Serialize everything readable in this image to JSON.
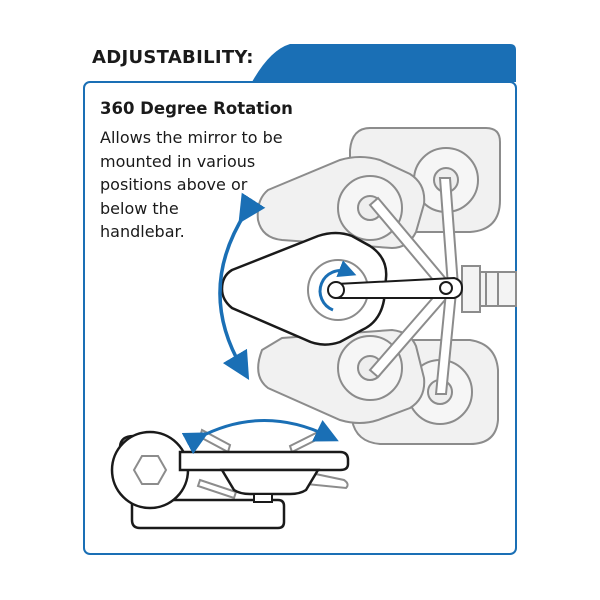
{
  "header": {
    "label": "ADJUSTABILITY:"
  },
  "card": {
    "title": "360 Degree Rotation",
    "description_lines": [
      "Allows the mirror to be",
      "mounted in various",
      "positions above or",
      "below the",
      "handlebar."
    ]
  },
  "colors": {
    "accent_blue": "#1a6fb5",
    "outline_gray": "#8c8c8c",
    "fill_gray": "#e6e6e6",
    "ink": "#1a1a1a"
  },
  "icons": {
    "rotation_arrow": "curved-double-arrow-icon",
    "swivel_arrow": "swivel-arc-arrow-icon"
  }
}
